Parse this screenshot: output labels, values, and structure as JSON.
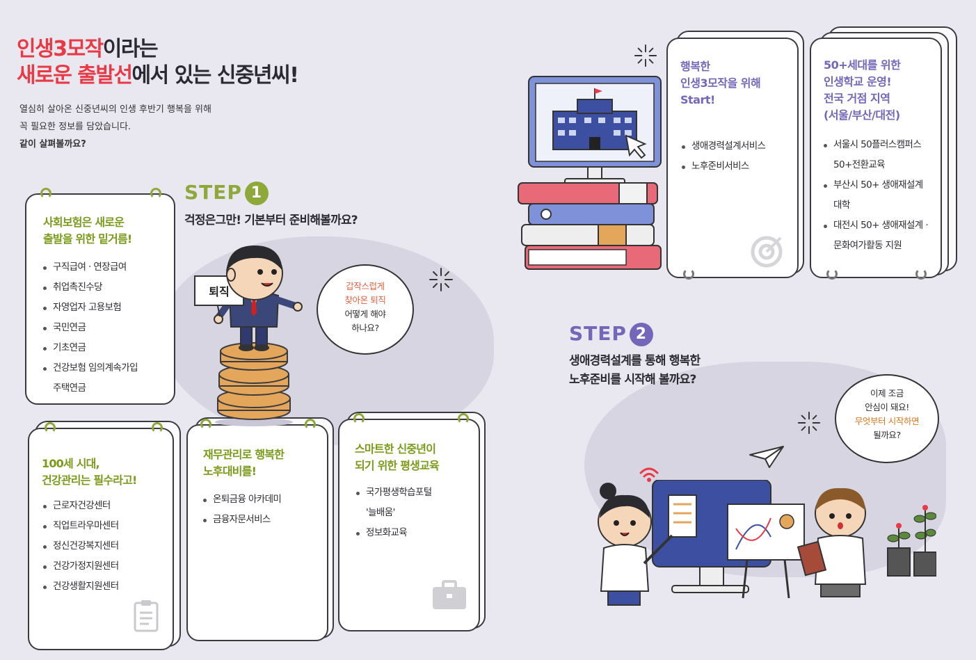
{
  "headline": {
    "line1_highlight": "인생3모작",
    "line1_rest": "이라는",
    "line2_highlight": "새로운 출발선",
    "line2_rest": "에서 있는 신중년씨!"
  },
  "intro": {
    "line1": "열심히 살아온 신중년씨의 인생 후반기 행복을 위해",
    "line2": "꼭 필요한 정보를 담았습니다.",
    "line3": "같이 살펴볼까요?"
  },
  "step1": {
    "label": "STEP",
    "number": "1",
    "question": "걱정은그만! 기본부터 준비해볼까요?",
    "sign_text": "퇴직",
    "bubble": {
      "line1": "갑작스럽게",
      "line2": "찾아온 퇴직",
      "line3": "어떻게 해야",
      "line4": "하나요?"
    }
  },
  "card_insurance": {
    "title_line1": "사회보험은 새로운",
    "title_line2": "출발을 위한 밑거름!",
    "items": [
      "구직급여 · 연장급여",
      "취업촉진수당",
      "자영업자 고용보험",
      "국민연금",
      "기초연금",
      "건강보험 임의계속가입"
    ],
    "item_cont": "주택연금"
  },
  "card_health": {
    "title_line1": "100세 시대,",
    "title_line2": "건강관리는 필수라고!",
    "items": [
      "근로자건강센터",
      "직업트라우마센터",
      "정신건강복지센터",
      "건강가정지원센터",
      "건강생활지원센터"
    ]
  },
  "card_finance": {
    "title_line1": "재무관리로 행복한",
    "title_line2": "노후대비를!",
    "items": [
      "온퇴금융 아카데미",
      "금융자문서비스"
    ]
  },
  "card_education": {
    "title_line1": "스마트한 신중년이",
    "title_line2": "되기 위한 평생교육",
    "items": [
      "국가평생학습포털"
    ],
    "item_cont": "'늘배움'",
    "items2": [
      "정보화교육"
    ]
  },
  "card_start": {
    "title_line1": "행복한",
    "title_line2": "인생3모작을 위해",
    "title_line3": "Start!",
    "items": [
      "생애경력설계서비스",
      "노후준비서비스"
    ]
  },
  "card_school": {
    "title_line1": "50+세대를 위한",
    "title_line2": "인생학교 운영!",
    "title_line3": "전국 거점 지역",
    "title_line4": "(서울/부산/대전)",
    "item1": "서울시 50플러스캠퍼스",
    "item1_cont": "50+전환교육",
    "item2": "부산시 50+ 생애재설계",
    "item2_cont": "대학",
    "item3": "대전시 50+ 생애재설계 ·",
    "item3_cont": "문화여가활동 지원"
  },
  "step2": {
    "label": "STEP",
    "number": "2",
    "question_line1": "생애경력설계를 통해 행복한",
    "question_line2": "노후준비를 시작해 볼까요?",
    "bubble": {
      "line1": "이제 조금",
      "line2": "안심이 돼요!",
      "line3": "무엇부터 시작하면",
      "line4": "될까요?"
    }
  },
  "colors": {
    "red": "#e83a45",
    "green": "#8ea83a",
    "purple": "#7466b8",
    "background": "#e9e8f1"
  },
  "icons": [
    "clipboard-icon",
    "briefcase-icon",
    "target-icon",
    "paper-plane-icon",
    "sparkle-icon",
    "wifi-icon"
  ]
}
